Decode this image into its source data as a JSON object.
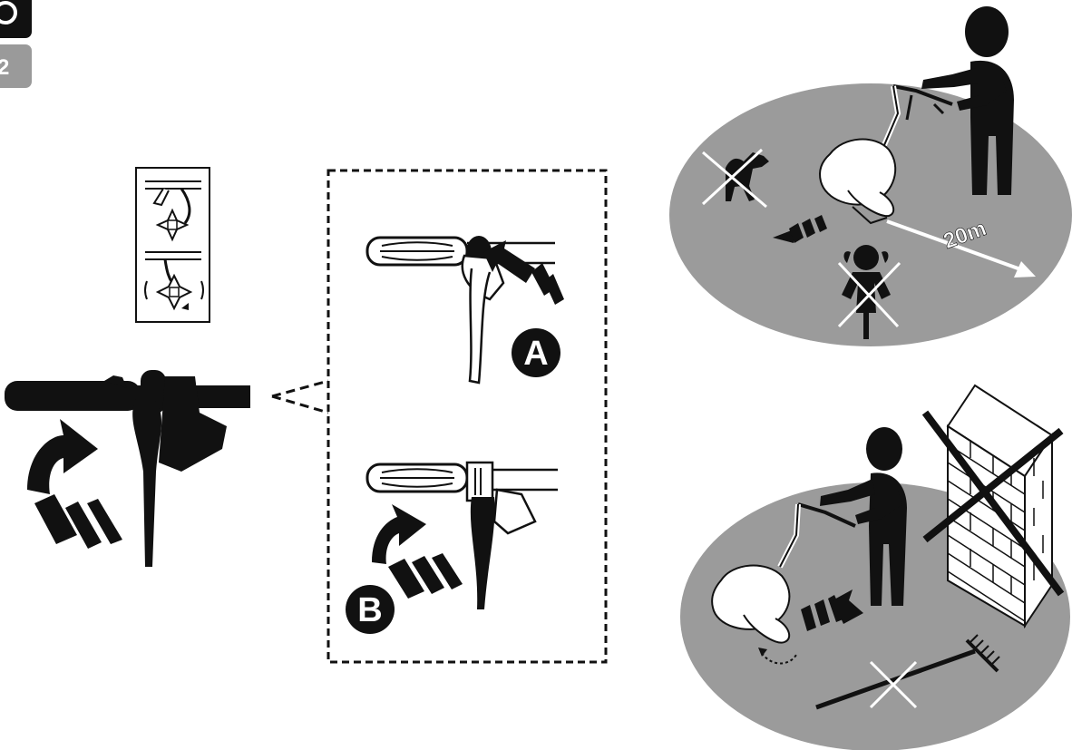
{
  "page_tabs": {
    "top_icon": "circle-ring-icon",
    "number_label": "2",
    "colors": {
      "tab_dark": "#111111",
      "tab_grey": "#9a9a9a"
    }
  },
  "callouts": {
    "step_a_label": "A",
    "step_b_label": "B"
  },
  "safety_scene": {
    "distance_label": "20m",
    "colors": {
      "ground": "#9b9b9b",
      "cross": "#ffffff",
      "figure": "#111111"
    }
  },
  "icons": [
    "brake-lever-pictogram-icon",
    "handlebar-grip-icon",
    "lever-pull-arrow-icon",
    "throttle-button-press-icon",
    "throttle-lever-pull-icon",
    "operator-silhouette-icon",
    "tiller-machine-icon",
    "dog-crossed-out-icon",
    "child-crossed-out-icon",
    "brick-wall-crossed-out-icon",
    "rake-crossed-out-icon",
    "reverse-arrow-icon"
  ]
}
